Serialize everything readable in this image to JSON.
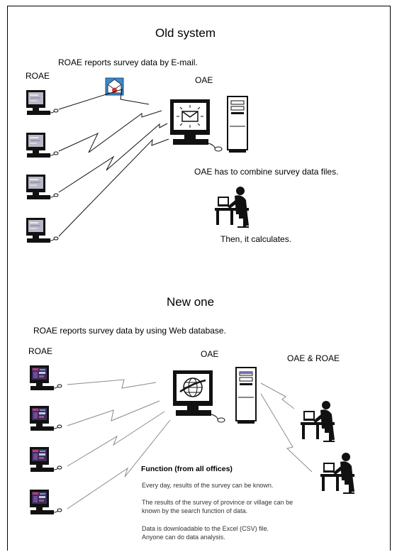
{
  "old": {
    "title": "Old system",
    "caption": "ROAE reports survey data by E-mail.",
    "roae_label": "ROAE",
    "oae_label": "OAE",
    "note_combine": "OAE has to combine survey data files.",
    "note_calc": "Then, it calculates."
  },
  "new": {
    "title": "New one",
    "caption": "ROAE reports survey data by using Web database.",
    "roae_label": "ROAE",
    "oae_label": "OAE",
    "users_label": "OAE & ROAE",
    "function_title": "Function (from all offices)",
    "function_lines": [
      "Every day, results of the survey can be known.",
      "The results of the survey of province or village can be",
      "known by the search function of data.",
      "Data is downloadable to the Excel (CSV) file.",
      "Anyone can do data analysis."
    ]
  },
  "icons": {
    "email": "email-envelope-icon",
    "computer": "computer-icon",
    "server": "server-tower-icon",
    "person": "person-at-desk-icon",
    "globe": "globe-icon"
  }
}
